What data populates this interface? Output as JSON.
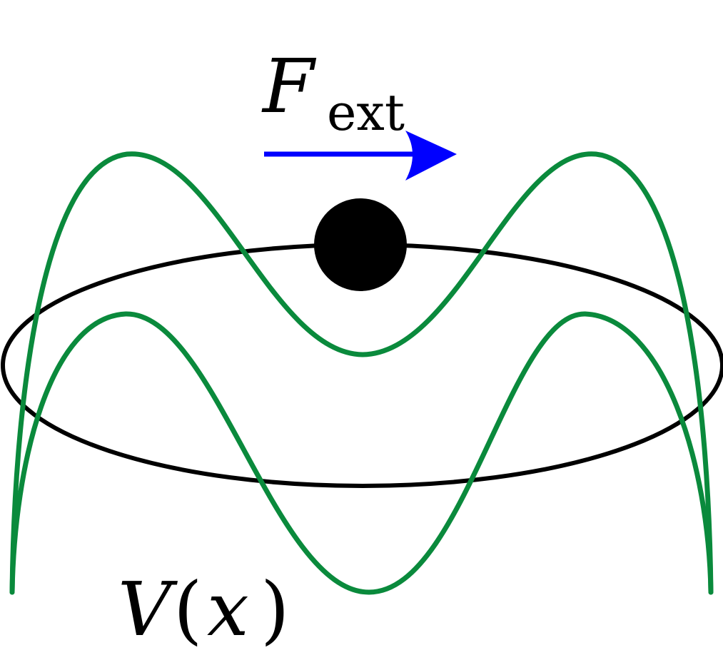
{
  "labels": {
    "force_symbol": "F",
    "force_subscript": "ext",
    "potential_symbol": "V",
    "potential_open_paren": "(",
    "potential_variable": "x",
    "potential_close_paren": ")"
  },
  "colors": {
    "background": "#ffffff",
    "potential_curve": "#0a8a3c",
    "ring": "#000000",
    "particle": "#000000",
    "force_arrow": "#0000ff",
    "text": "#000000"
  },
  "icons": {
    "particle": "filled-circle",
    "force_arrow": "right-arrow"
  }
}
